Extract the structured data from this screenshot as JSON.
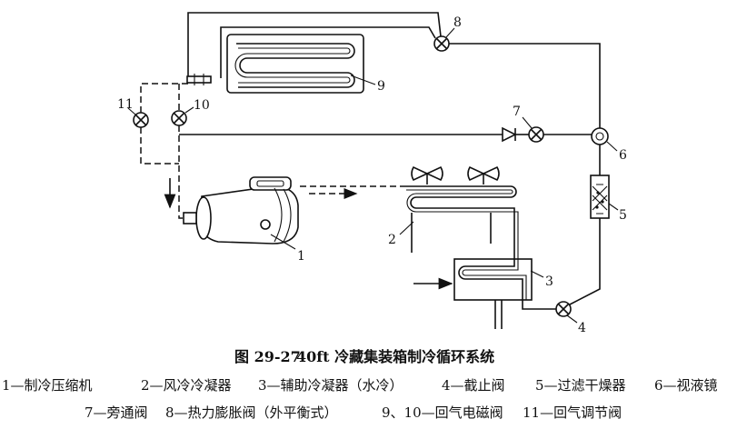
{
  "figure": {
    "number": "图 29-27",
    "title": "40ft 冷藏集装箱制冷循环系统"
  },
  "labels": {
    "compressor": "1",
    "air_cooled_condenser": "2",
    "aux_condenser": "3",
    "stop_valve": "4",
    "filter_drier": "5",
    "sight_glass": "6",
    "bypass_valve": "7",
    "expansion_valve": "8",
    "evaporator": "9",
    "solenoid_valve": "10",
    "regulating_valve": "11"
  },
  "legend": {
    "line1": [
      "1—制冷压缩机",
      "2—风冷冷凝器",
      "3—辅助冷凝器（水冷）",
      "4—截止阀",
      "5—过滤干燥器",
      "6—视液镜"
    ],
    "line2": [
      "7—旁通阀",
      "8—热力膨胀阀（外平衡式）",
      "9、10—回气电磁阀",
      "11—回气调节阀"
    ]
  }
}
